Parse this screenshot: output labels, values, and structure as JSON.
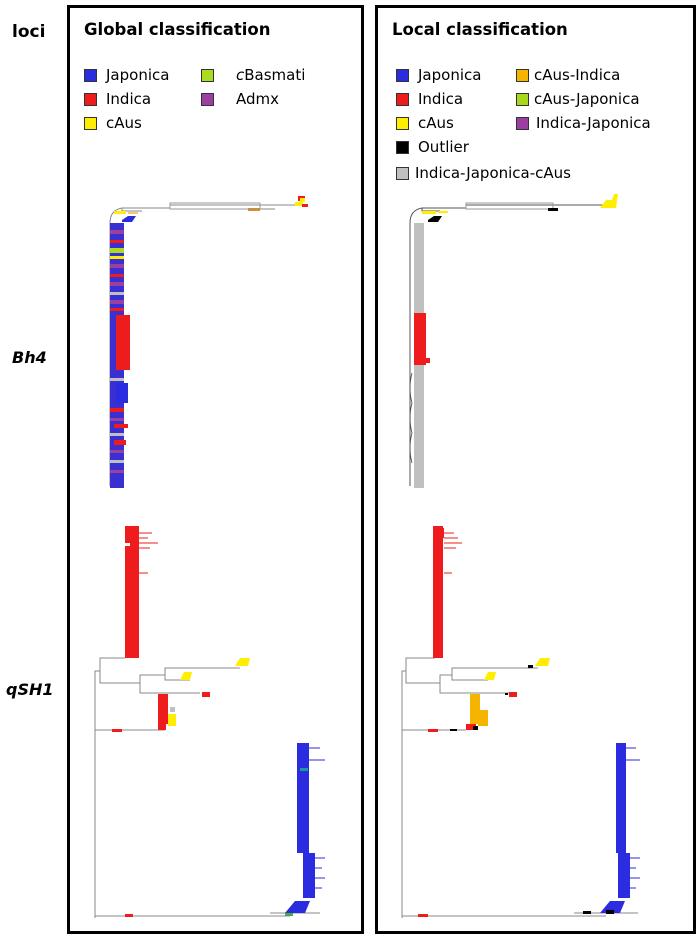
{
  "figure": {
    "loci_header": "loci",
    "rows": [
      {
        "id": "bh4",
        "label": "Bh4"
      },
      {
        "id": "qsh1",
        "label": "qSH1"
      }
    ]
  },
  "colors": {
    "japonica": "#2b2be0",
    "indica": "#ee1c1c",
    "caus": "#ffee00",
    "cbasmati": "#aadd22",
    "admx": "#9b3fa0",
    "caus_indica": "#f5b400",
    "caus_japonica": "#a8d81c",
    "indica_japonica": "#9b3fa0",
    "outlier": "#000000",
    "indica_japonica_caus": "#c0c0c0",
    "branch": "#8a8a8a"
  },
  "panels": {
    "global": {
      "title": "Global classification",
      "legend": [
        {
          "label": "Japonica",
          "color": "#2b2be0"
        },
        {
          "label": "Indica",
          "color": "#ee1c1c"
        },
        {
          "label": "cAus",
          "color": "#ffee00"
        },
        {
          "label_prefix": "c",
          "label_rest": "Basmati",
          "color": "#aadd22"
        },
        {
          "label": "Admx",
          "color": "#9b3fa0"
        }
      ]
    },
    "local": {
      "title": "Local classification",
      "legend": [
        {
          "label": "Japonica",
          "color": "#2b2be0"
        },
        {
          "label": "Indica",
          "color": "#ee1c1c"
        },
        {
          "label": "cAus",
          "color": "#ffee00"
        },
        {
          "label": "Outlier",
          "color": "#000000"
        },
        {
          "label": "Indica-Japonica-cAus",
          "color": "#c0c0c0"
        },
        {
          "label": "cAus-Indica",
          "color": "#f5b400"
        },
        {
          "label": "cAus-Japonica",
          "color": "#a8d81c"
        },
        {
          "label": "Indica-Japonica",
          "color": "#9b3fa0"
        }
      ]
    }
  }
}
